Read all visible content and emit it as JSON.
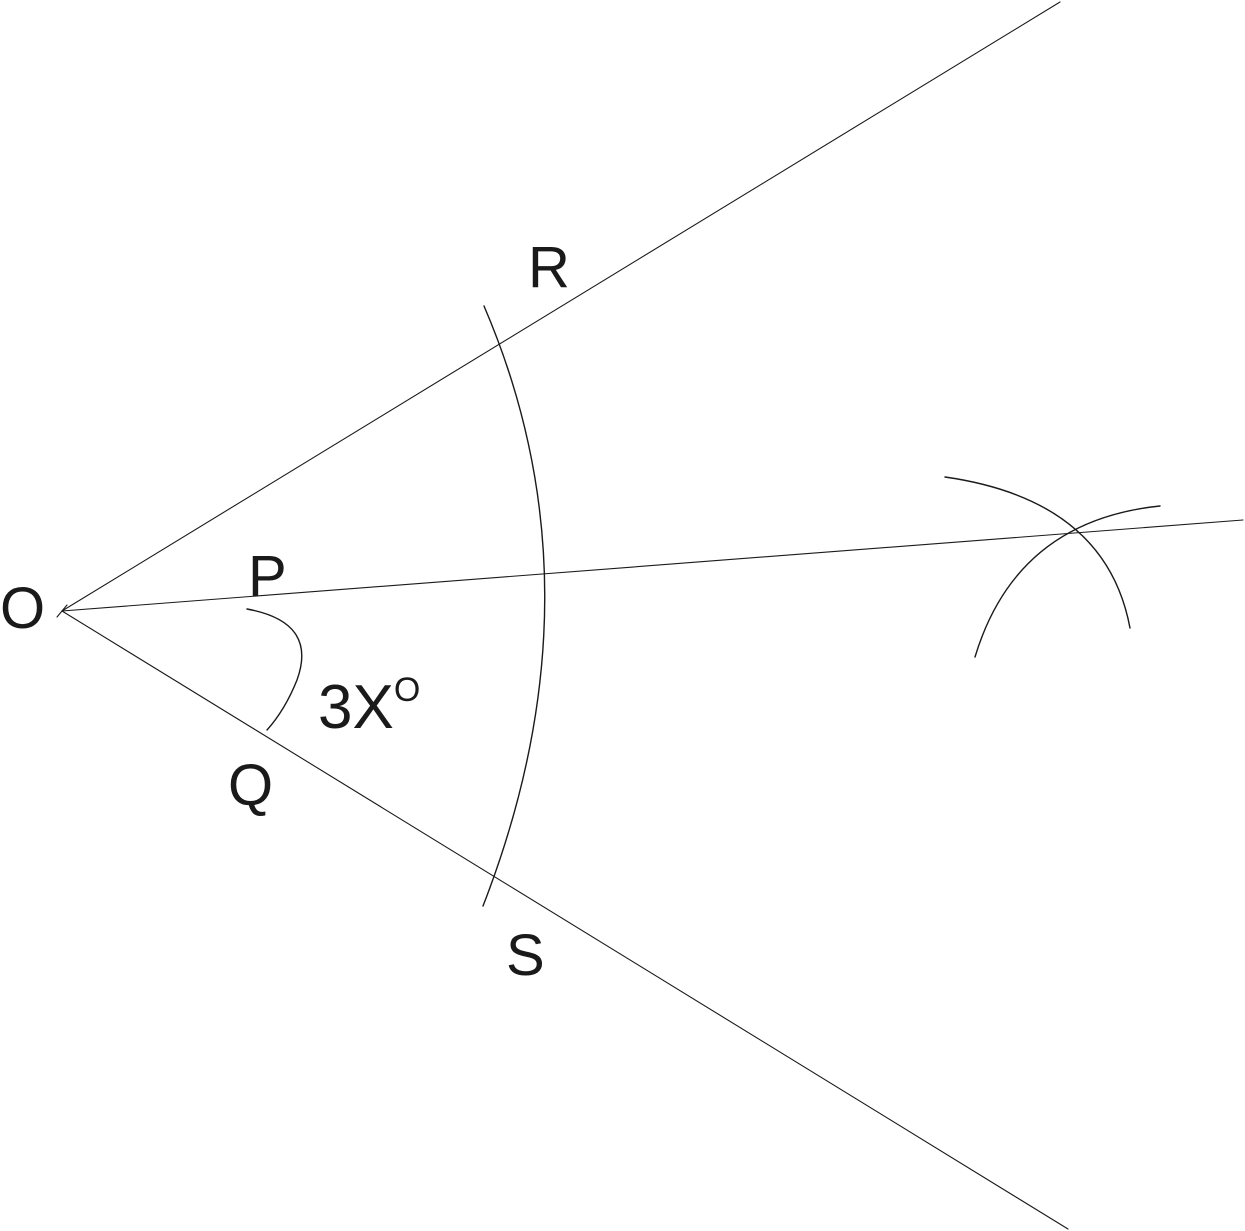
{
  "diagram": {
    "colors": {
      "line": "#1a1a1a",
      "text": "#1a1a1a",
      "background": "#ffffff"
    },
    "labels": {
      "vertex": "O",
      "p": "P",
      "q": "Q",
      "r": "R",
      "s": "S"
    },
    "angle": {
      "value": "3X",
      "degree_mark": "O"
    }
  }
}
